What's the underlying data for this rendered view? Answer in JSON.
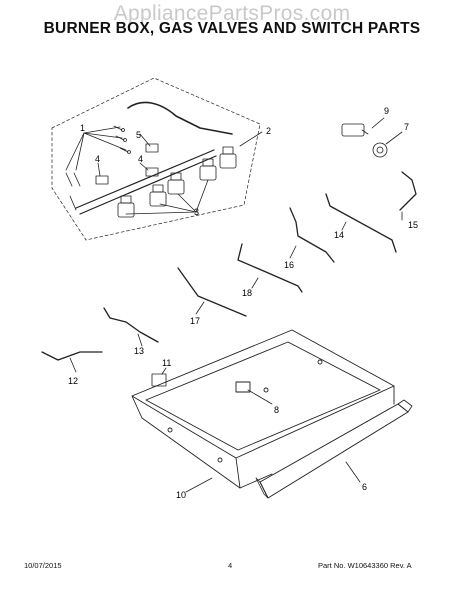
{
  "watermark": "AppliancePartsPros.com",
  "title": "BURNER BOX, GAS VALVES AND SWITCH PARTS",
  "callouts": {
    "c1": "1",
    "c2": "2",
    "c3": "3",
    "c4": "4",
    "c5": "5",
    "c6": "6",
    "c7": "7",
    "c8": "8",
    "c9": "9",
    "c10": "10",
    "c11": "11",
    "c12": "12",
    "c13": "13",
    "c14": "14",
    "c15": "15",
    "c16": "16",
    "c17": "17",
    "c18": "18"
  },
  "footer": {
    "date": "10/07/2015",
    "page": "4",
    "part": "Part No. W10643360  Rev. A"
  }
}
